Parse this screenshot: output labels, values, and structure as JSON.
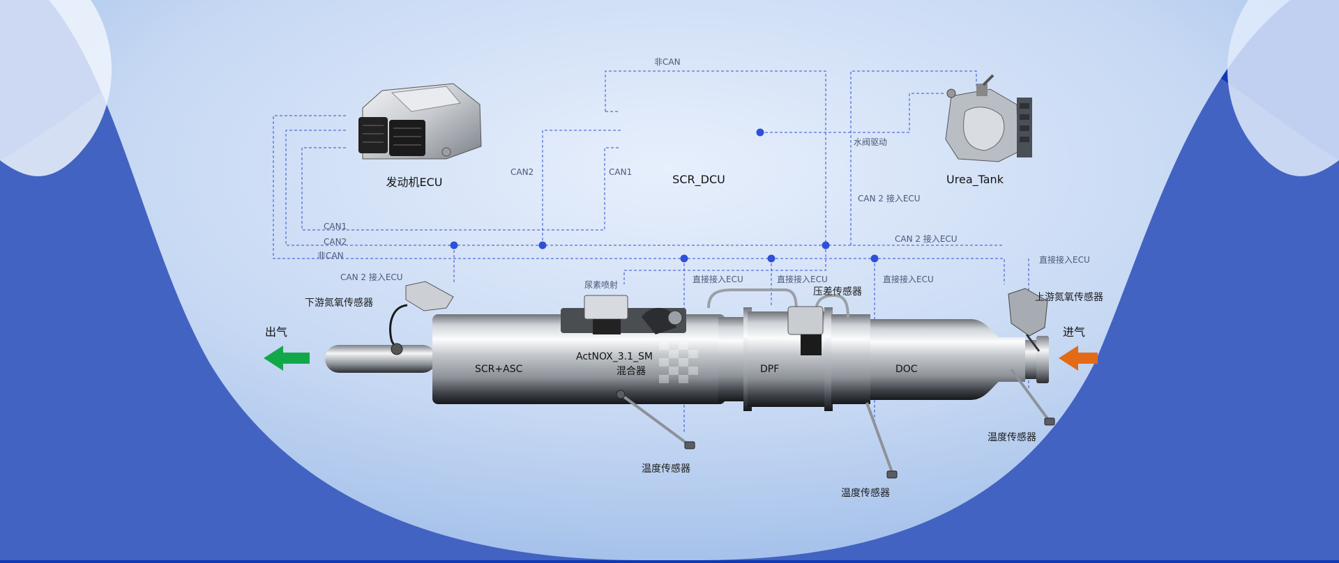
{
  "colors": {
    "background_dark": "#1238b2",
    "background_light": "#e4edfb",
    "wire": "#2f4fd6",
    "outlet_arrow": "#12a84a",
    "inlet_arrow": "#e36a16"
  },
  "components": {
    "engine_ecu": "发动机ECU",
    "scr_dcu": "SCR_DCU",
    "urea_tank": "Urea_Tank"
  },
  "flow": {
    "outlet": "出气",
    "inlet": "进气"
  },
  "sections": {
    "scr_asc": "SCR+ASC",
    "actnox": "ActNOX_3.1_SM",
    "mixer": "混合器",
    "dpf": "DPF",
    "doc": "DOC"
  },
  "sensors": {
    "downstream_nox": "下游氮氧传感器",
    "upstream_nox": "上游氮氧传感器",
    "pressure_diff": "压差传感器",
    "temp_1": "温度传感器",
    "temp_2": "温度传感器",
    "temp_3": "温度传感器"
  },
  "signals": {
    "non_can_top": "非CAN",
    "can2_left": "CAN2",
    "can1_right": "CAN1",
    "valve_drive": "水阀驱动",
    "can2_ecu_tank": "CAN 2 接入ECU",
    "can1_bus": "CAN1",
    "can2_bus": "CAN2",
    "non_can_bus": "非CAN",
    "can2_ecu_downstream": "CAN 2 接入ECU",
    "can2_ecu_upstream": "CAN 2 接入ECU",
    "direct_ecu_far_right": "直接接入ECU",
    "urea_injection": "尿素喷射",
    "direct_ecu_1": "直接接入ECU",
    "direct_ecu_2": "直接接入ECU",
    "direct_ecu_3": "直接接入ECU"
  }
}
